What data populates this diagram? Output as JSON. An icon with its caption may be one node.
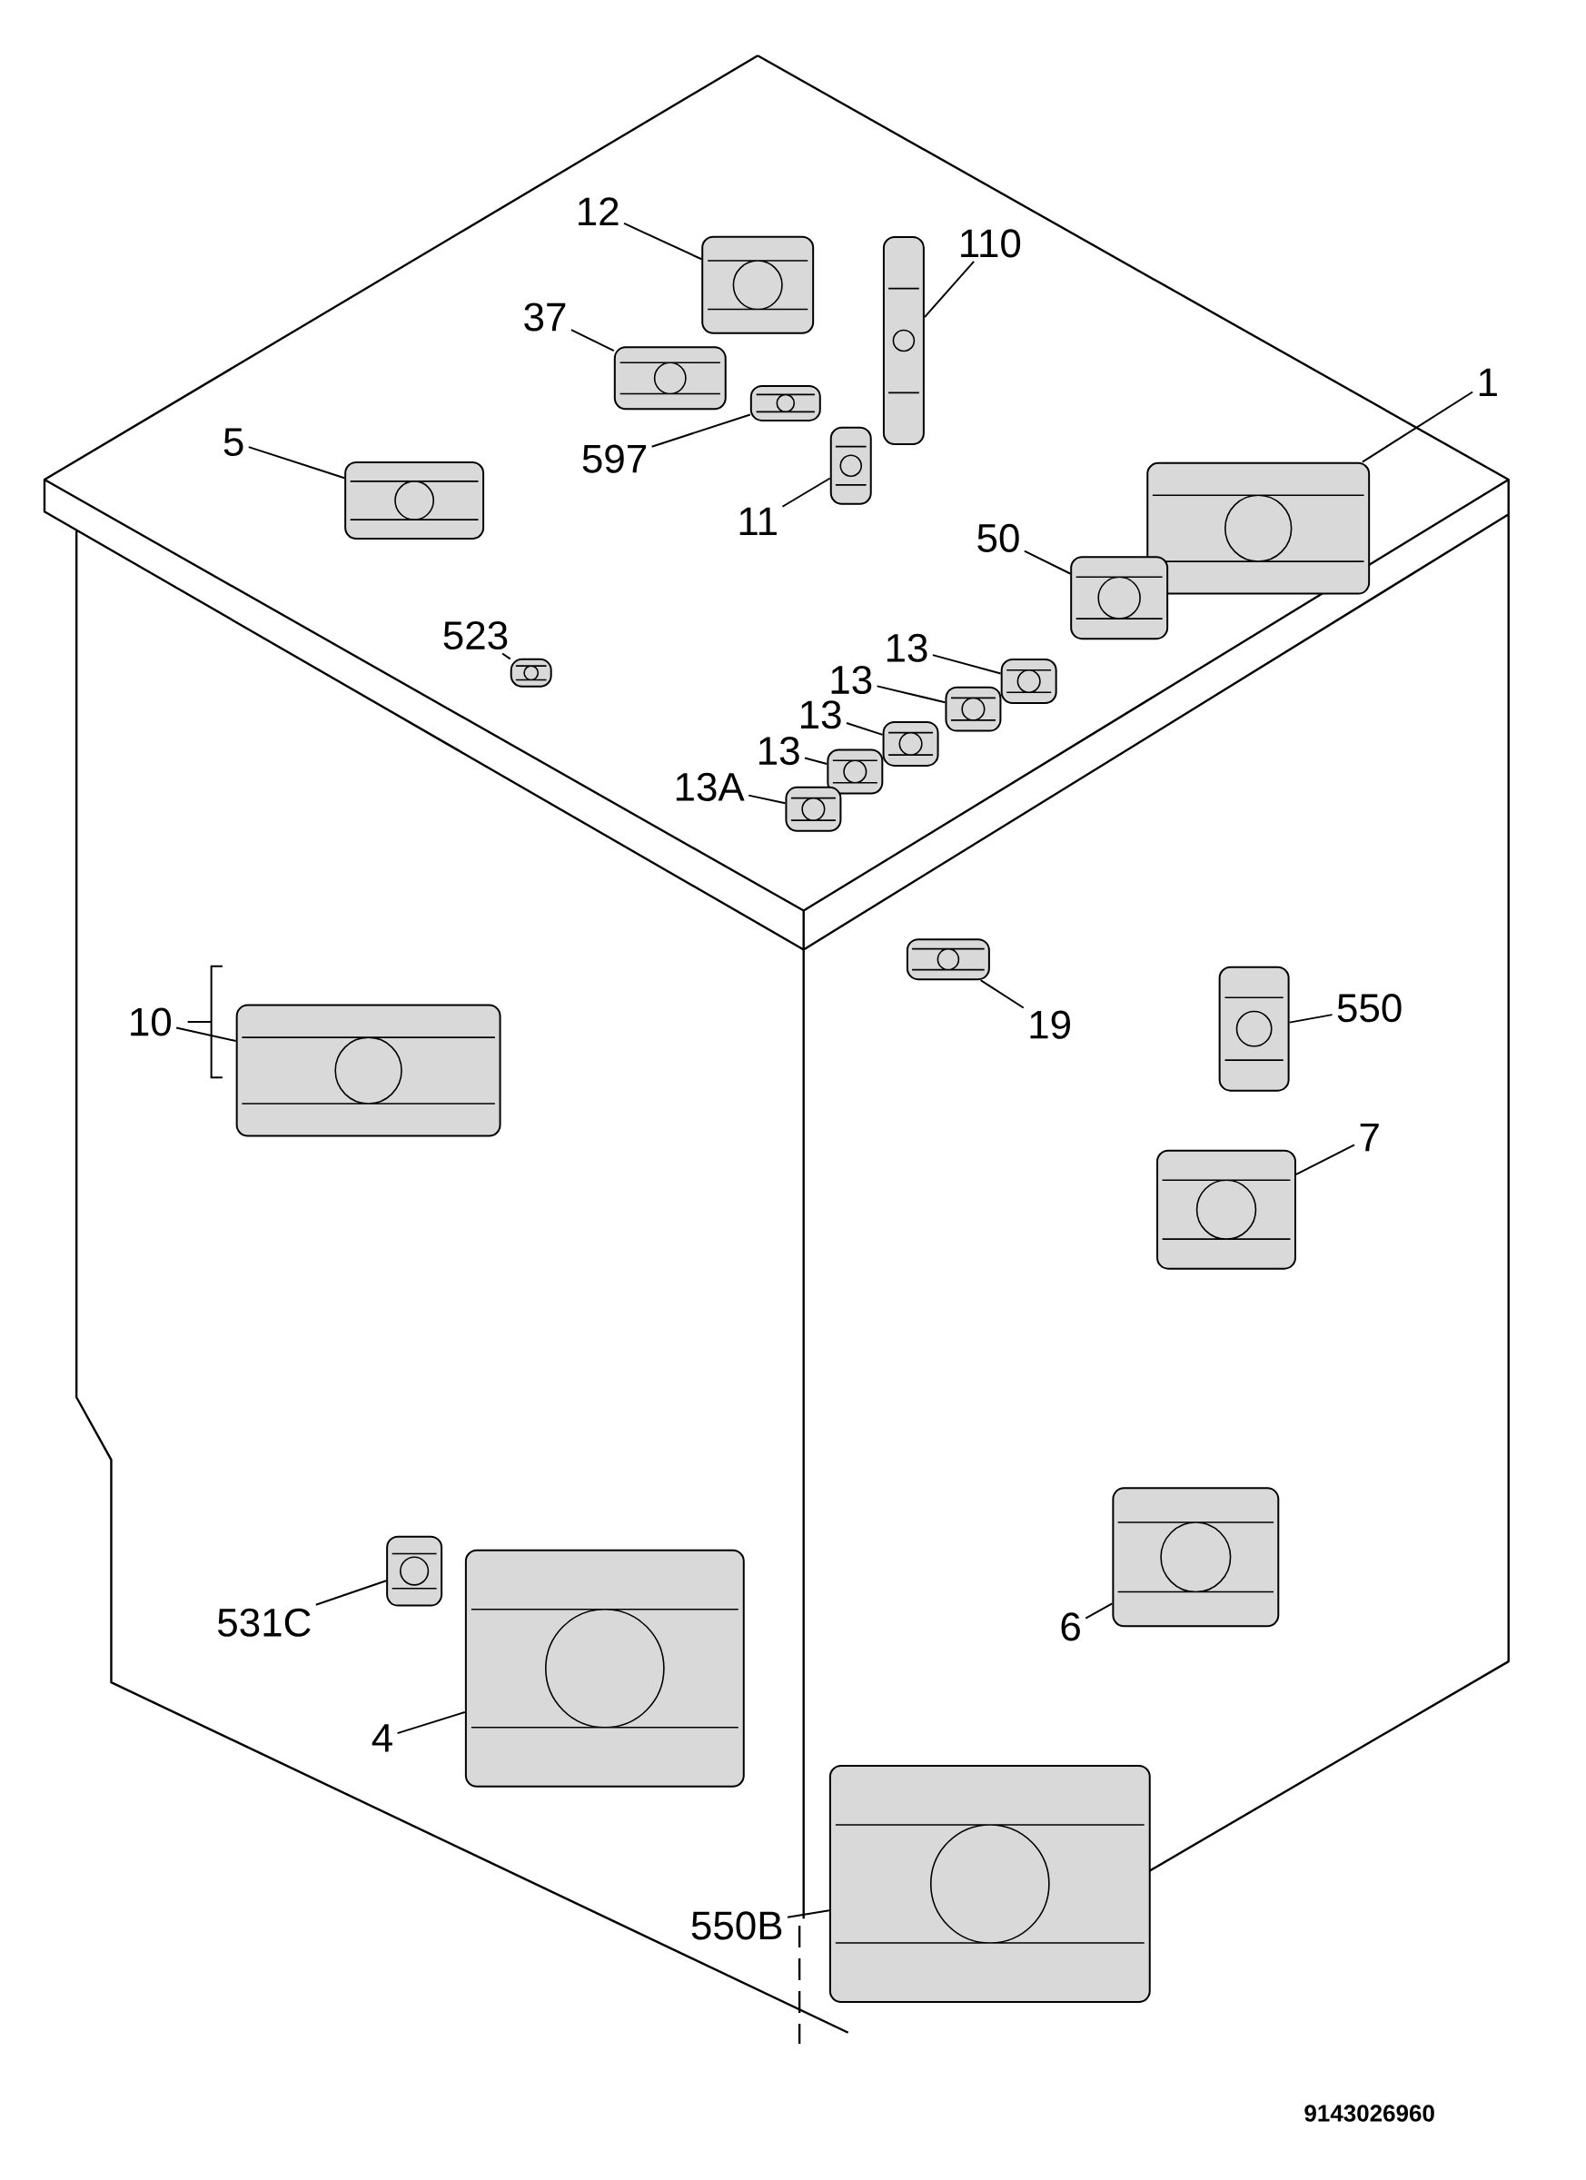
{
  "diagram": {
    "nodes": [
      {
        "text": [
          "12"
        ]
      },
      {
        "text": [],
        "shape": "picture"
      },
      {
        "text": [
          "110"
        ]
      },
      {
        "text": [],
        "shape": "picture"
      },
      {
        "text": [
          "37"
        ]
      },
      {
        "text": [],
        "shape": "picture"
      },
      {
        "text": [
          "5"
        ]
      },
      {
        "text": [],
        "shape": "picture"
      },
      {
        "text": [
          "597"
        ]
      },
      {
        "text": [],
        "shape": "picture"
      },
      {
        "text": [
          "11"
        ]
      },
      {
        "text": [],
        "shape": "picture"
      },
      {
        "text": [
          "1"
        ]
      },
      {
        "text": [],
        "shape": "picture"
      },
      {
        "text": [
          "50"
        ]
      },
      {
        "text": [],
        "shape": "picture"
      },
      {
        "text": [
          "523"
        ]
      },
      {
        "text": [],
        "shape": "picture"
      },
      {
        "text": [
          "13"
        ]
      },
      {
        "text": [],
        "shape": "picture"
      },
      {
        "text": [
          "13"
        ]
      },
      {
        "text": [],
        "shape": "picture"
      },
      {
        "text": [
          "13"
        ]
      },
      {
        "text": [],
        "shape": "picture"
      },
      {
        "text": [
          "13"
        ]
      },
      {
        "text": [],
        "shape": "picture"
      },
      {
        "text": [
          "13A"
        ]
      },
      {
        "text": [],
        "shape": "picture"
      },
      {
        "text": [
          "10"
        ]
      },
      {
        "text": [],
        "shape": "picture"
      },
      {
        "text": [
          "19"
        ]
      },
      {
        "text": [],
        "shape": "picture"
      },
      {
        "text": [
          "550"
        ]
      },
      {
        "text": [],
        "shape": "picture"
      },
      {
        "text": [
          "7"
        ]
      },
      {
        "text": [],
        "shape": "picture"
      },
      {
        "text": [
          "531C"
        ]
      },
      {
        "text": [],
        "shape": "picture"
      },
      {
        "text": [
          "4"
        ]
      },
      {
        "text": [],
        "shape": "picture"
      },
      {
        "text": [
          "6"
        ]
      },
      {
        "text": [],
        "shape": "picture"
      },
      {
        "text": [
          "550B"
        ]
      },
      {
        "text": [],
        "shape": "picture"
      }
    ],
    "edges": [
      {
        "from": 0,
        "to": 1,
        "arrow": "none"
      },
      {
        "from": 2,
        "to": 3,
        "arrow": "none"
      },
      {
        "from": 4,
        "to": 5,
        "arrow": "none"
      },
      {
        "from": 6,
        "to": 7,
        "arrow": "none"
      },
      {
        "from": 8,
        "to": 9,
        "arrow": "none"
      },
      {
        "from": 10,
        "to": 11,
        "arrow": "none"
      },
      {
        "from": 12,
        "to": 13,
        "arrow": "none"
      },
      {
        "from": 14,
        "to": 15,
        "arrow": "none"
      },
      {
        "from": 16,
        "to": 17,
        "arrow": "none"
      },
      {
        "from": 18,
        "to": 19,
        "arrow": "none"
      },
      {
        "from": 20,
        "to": 21,
        "arrow": "none"
      },
      {
        "from": 22,
        "to": 23,
        "arrow": "none"
      },
      {
        "from": 24,
        "to": 25,
        "arrow": "none"
      },
      {
        "from": 26,
        "to": 27,
        "arrow": "none"
      },
      {
        "from": 28,
        "to": 29,
        "arrow": "none"
      },
      {
        "from": 30,
        "to": 31,
        "arrow": "none"
      },
      {
        "from": 32,
        "to": 33,
        "arrow": "none"
      },
      {
        "from": 34,
        "to": 35,
        "arrow": "none"
      },
      {
        "from": 36,
        "to": 37,
        "arrow": "none"
      },
      {
        "from": 38,
        "to": 39,
        "arrow": "none"
      },
      {
        "from": 40,
        "to": 41,
        "arrow": "none"
      },
      {
        "from": 42,
        "to": 43,
        "arrow": "none"
      }
    ],
    "labels": [
      "9143026960"
    ]
  }
}
